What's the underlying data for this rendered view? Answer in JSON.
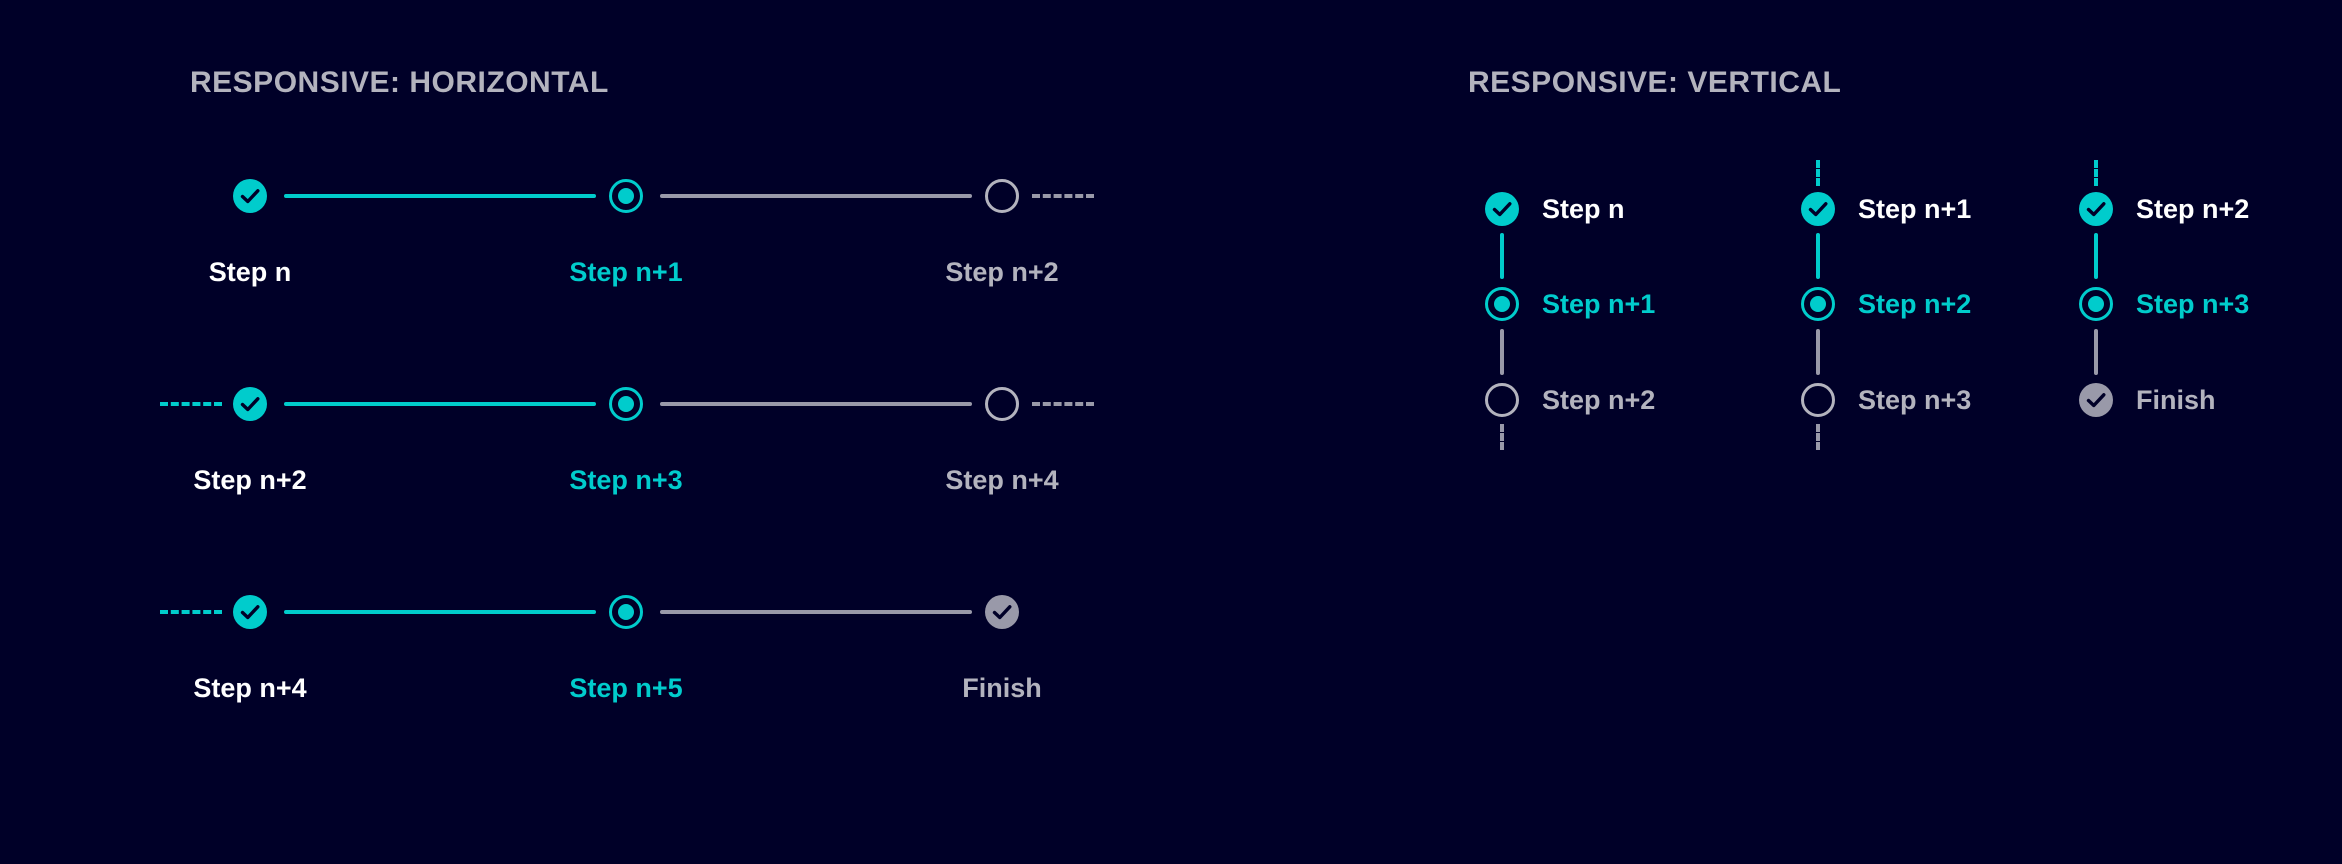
{
  "colors": {
    "background": "#000028",
    "accent": "#00cccc",
    "done_label": "#ffffff",
    "todo": "#9999a9",
    "todo_label": "#b3b3be"
  },
  "horizontal": {
    "title": "RESPONSIVE: HORIZONTAL",
    "rows": [
      {
        "lead_in": false,
        "steps": [
          {
            "label": "Step n",
            "state": "completed"
          },
          {
            "label": "Step n+1",
            "state": "active"
          },
          {
            "label": "Step n+2",
            "state": "pending"
          }
        ],
        "trail_out": true
      },
      {
        "lead_in": true,
        "steps": [
          {
            "label": "Step n+2",
            "state": "completed"
          },
          {
            "label": "Step n+3",
            "state": "active"
          },
          {
            "label": "Step n+4",
            "state": "pending"
          }
        ],
        "trail_out": true
      },
      {
        "lead_in": true,
        "steps": [
          {
            "label": "Step n+4",
            "state": "completed"
          },
          {
            "label": "Step n+5",
            "state": "active"
          },
          {
            "label": "Finish",
            "state": "finish"
          }
        ],
        "trail_out": false
      }
    ]
  },
  "vertical": {
    "title": "RESPONSIVE: VERTICAL",
    "columns": [
      {
        "lead_in": false,
        "steps": [
          {
            "label": "Step n",
            "state": "completed"
          },
          {
            "label": "Step n+1",
            "state": "active"
          },
          {
            "label": "Step n+2",
            "state": "pending"
          }
        ],
        "trail_out": true
      },
      {
        "lead_in": true,
        "steps": [
          {
            "label": "Step n+1",
            "state": "completed"
          },
          {
            "label": "Step n+2",
            "state": "active"
          },
          {
            "label": "Step n+3",
            "state": "pending"
          }
        ],
        "trail_out": true
      },
      {
        "lead_in": true,
        "steps": [
          {
            "label": "Step n+2",
            "state": "completed"
          },
          {
            "label": "Step n+3",
            "state": "active"
          },
          {
            "label": "Finish",
            "state": "finish"
          }
        ],
        "trail_out": false
      }
    ]
  },
  "icons": {
    "completed": "check-circle-icon",
    "active": "radio-dot-icon",
    "pending": "empty-circle-icon",
    "finish": "finish-check-icon"
  }
}
